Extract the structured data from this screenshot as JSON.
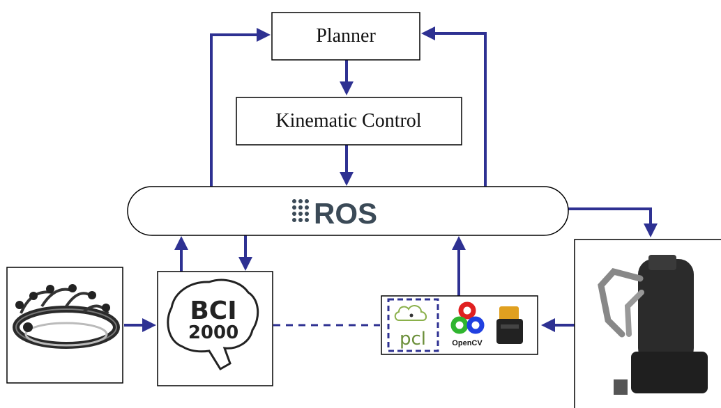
{
  "diagram": {
    "nodes": {
      "planner": {
        "label": "Planner"
      },
      "kinematic_control": {
        "label": "Kinematic Control"
      },
      "ros": {
        "label": "ROS"
      },
      "bci": {
        "line1": "BCI",
        "line2": "2000"
      },
      "perception": {
        "pcl_label": "pcl",
        "opencv_label": "OpenCV"
      }
    },
    "colors": {
      "arrow": "#2e3192",
      "box_stroke": "#000000",
      "ros_text": "#3b4a57"
    },
    "icons": {
      "eeg_headset": "eeg-headset-image",
      "robot": "humanoid-robot-image",
      "lidar": "lidar-sensor-image",
      "pcl_cloud": "point-cloud-icon",
      "opencv_logo": "opencv-logo",
      "ros_dots": "ros-dots-logo"
    }
  }
}
